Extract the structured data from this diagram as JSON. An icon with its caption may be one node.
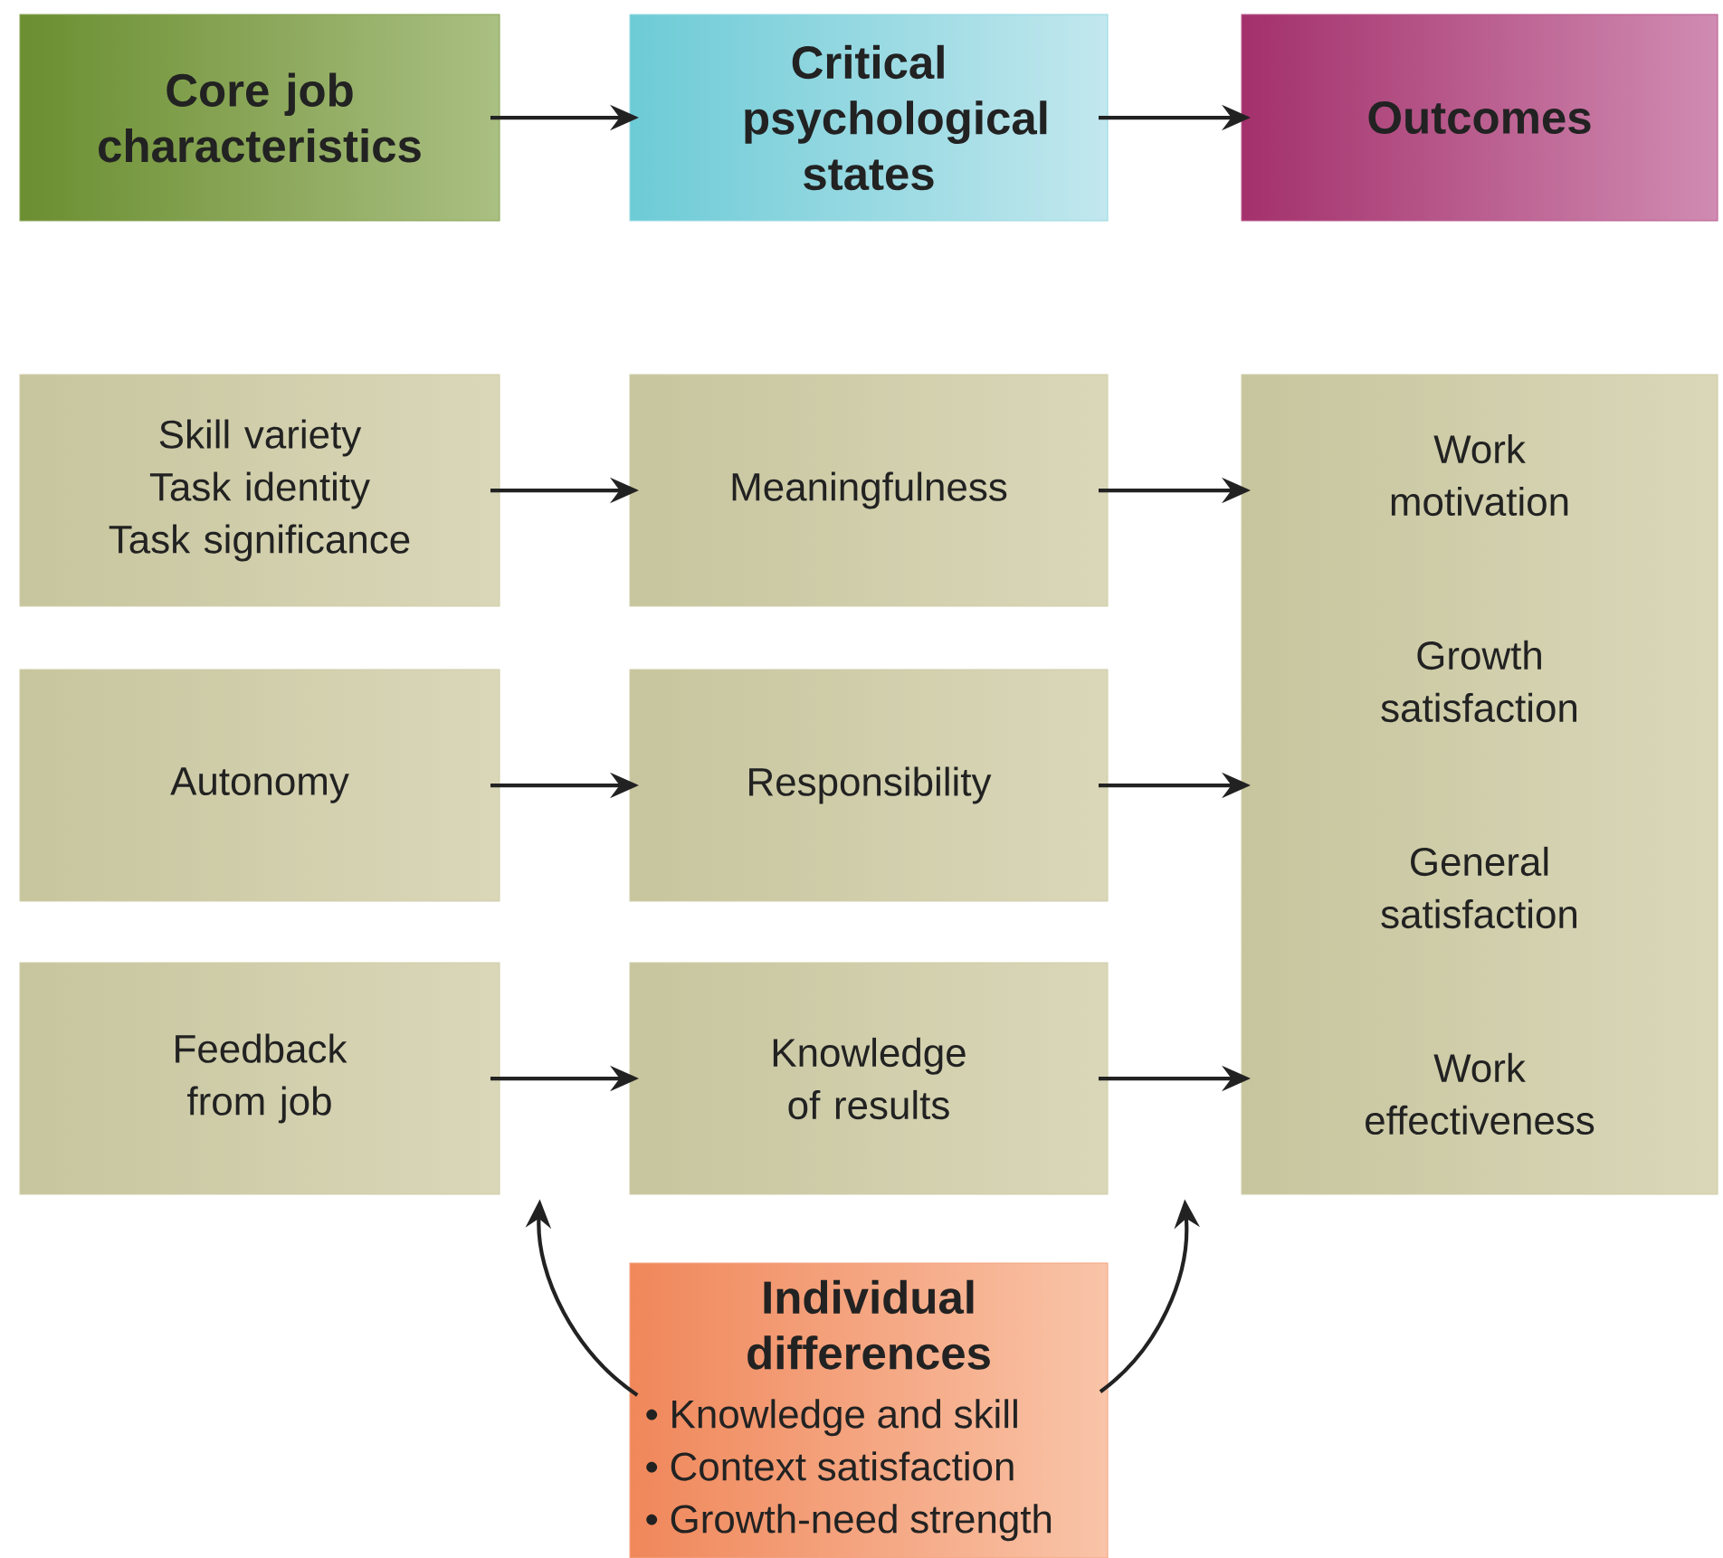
{
  "diagram": {
    "nodes": [
      {
        "text": [
          "Core job characteristics"
        ]
      },
      {
        "text": [
          "Critical psychological states"
        ]
      },
      {
        "text": [
          "Outcomes"
        ]
      },
      {
        "text": [
          "Skill variety",
          "Task identity",
          "Task significance"
        ]
      },
      {
        "text": [
          "Meaningfulness"
        ]
      },
      {
        "text": [
          "Work motivation",
          "Growth satisfaction",
          "General satisfaction",
          "Work effectiveness"
        ]
      },
      {
        "text": [
          "Autonomy"
        ]
      },
      {
        "text": [
          "Responsibility"
        ]
      },
      {
        "text": [
          "Feedback from job"
        ]
      },
      {
        "text": [
          "Knowledge of results"
        ]
      },
      {
        "text": [
          "Individual differences",
          "• Knowledge and skill",
          "• Context satisfaction",
          "• Growth-need strength"
        ]
      }
    ],
    "edges": [
      {
        "from": 0,
        "to": 1,
        "arrow": "to"
      },
      {
        "from": 1,
        "to": 2,
        "arrow": "to"
      },
      {
        "from": 3,
        "to": 4,
        "arrow": "to"
      },
      {
        "from": 4,
        "to": 5,
        "arrow": "to"
      },
      {
        "from": 6,
        "to": 7,
        "arrow": "to"
      },
      {
        "from": 7,
        "to": 5,
        "arrow": "to"
      },
      {
        "from": 8,
        "to": 9,
        "arrow": "to"
      },
      {
        "from": 9,
        "to": 5,
        "arrow": "to"
      },
      {
        "from": 10,
        "to": null,
        "arrow": "to"
      },
      {
        "from": 10,
        "to": null,
        "arrow": "to"
      }
    ]
  }
}
